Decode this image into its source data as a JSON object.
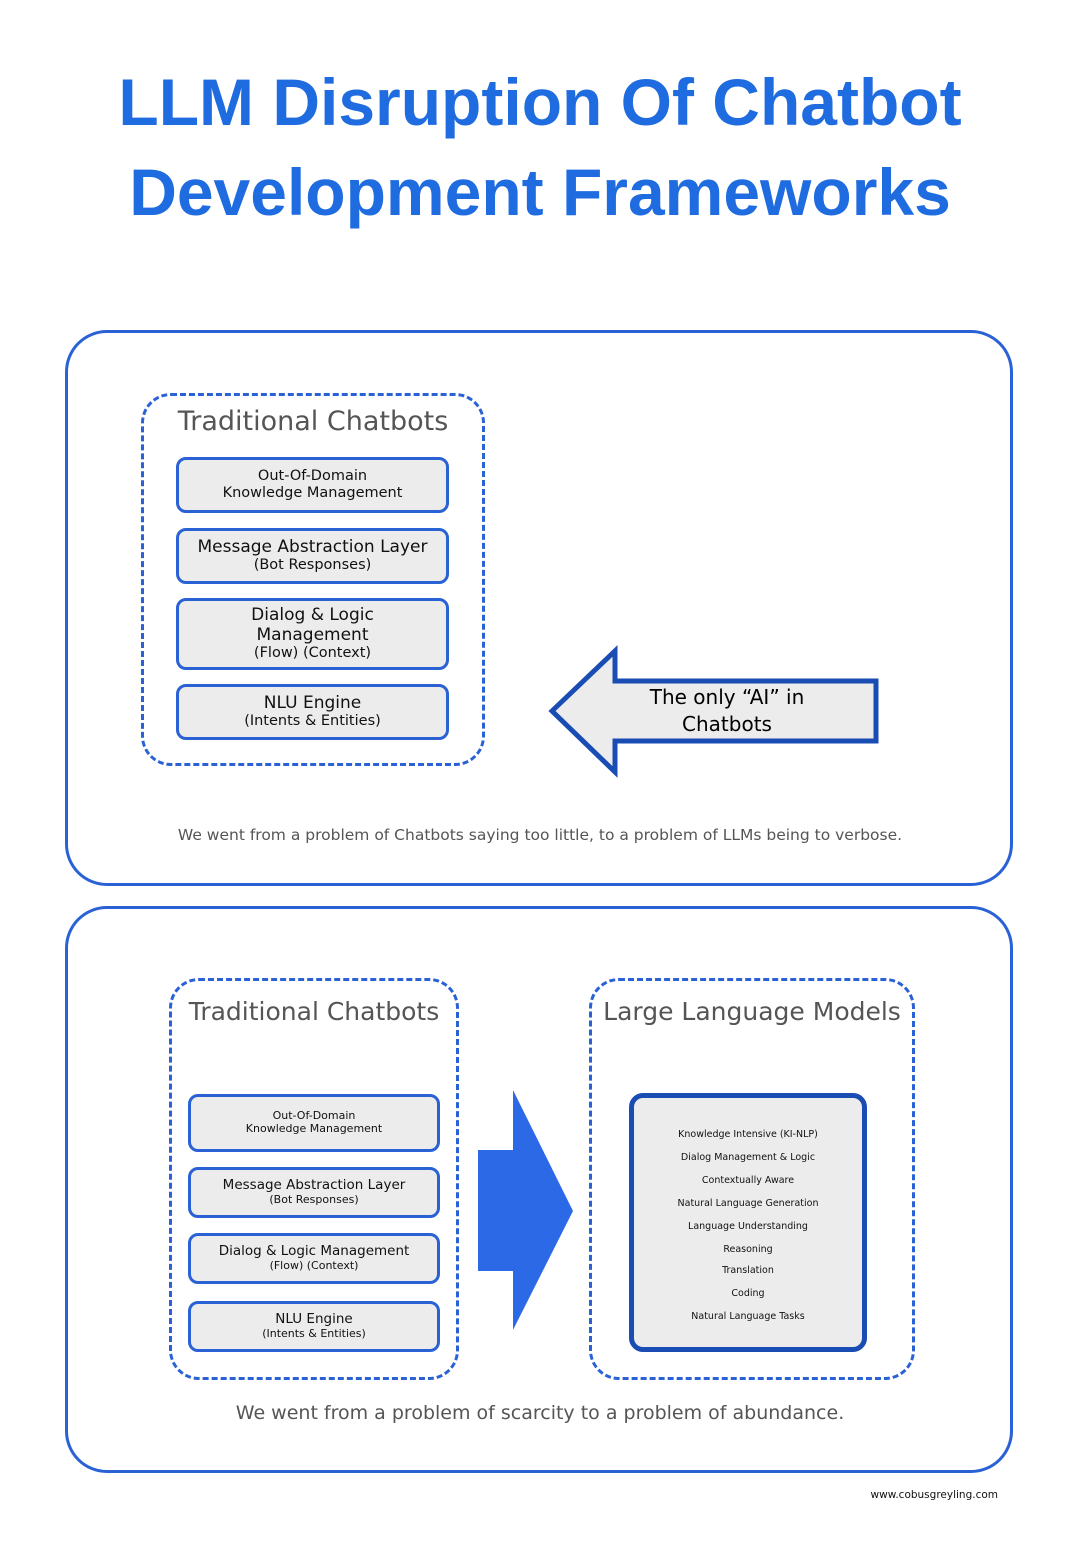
{
  "title": {
    "line1": "LLM Disruption Of Chatbot",
    "line2": "Development Frameworks"
  },
  "colors": {
    "accent": "#1f6be0",
    "border": "#2a62d6",
    "box_fill": "#ececec",
    "arrow_fill": "#2b69e6"
  },
  "panel1": {
    "group_title": "Traditional Chatbots",
    "layers": [
      {
        "line1": "Out-Of-Domain",
        "line2": "Knowledge Management"
      },
      {
        "line1": "Message Abstraction Layer",
        "line2": "(Bot Responses)"
      },
      {
        "line1": "Dialog & Logic",
        "line2": "Management",
        "line3": "(Flow) (Context)"
      },
      {
        "line1": "NLU Engine",
        "line2": "(Intents & Entities)"
      }
    ],
    "callout": {
      "line1": "The only “AI” in",
      "line2": "Chatbots",
      "icon": "left-arrow-icon"
    },
    "caption": "We went from a problem of Chatbots saying too little, to a problem of LLMs being to verbose."
  },
  "panel2": {
    "left_group_title": "Traditional Chatbots",
    "layers": [
      {
        "line1": "Out-Of-Domain",
        "line2": "Knowledge Management"
      },
      {
        "line1": "Message Abstraction Layer",
        "line2": "(Bot Responses)"
      },
      {
        "line1": "Dialog & Logic Management",
        "line2": "(Flow) (Context)"
      },
      {
        "line1": "NLU Engine",
        "line2": "(Intents & Entities)"
      }
    ],
    "transition_icon": "right-arrow-icon",
    "right_group_title": "Large Language Models",
    "llm_capabilities": [
      "Knowledge Intensive (KI-NLP)",
      "Dialog Management & Logic",
      "Contextually Aware",
      "Natural Language Generation",
      "Language Understanding",
      "Reasoning",
      "Translation",
      "Coding",
      "Natural Language Tasks"
    ],
    "caption": "We went from a problem of scarcity to a problem of abundance."
  },
  "footer": "www.cobusgreyling.com"
}
